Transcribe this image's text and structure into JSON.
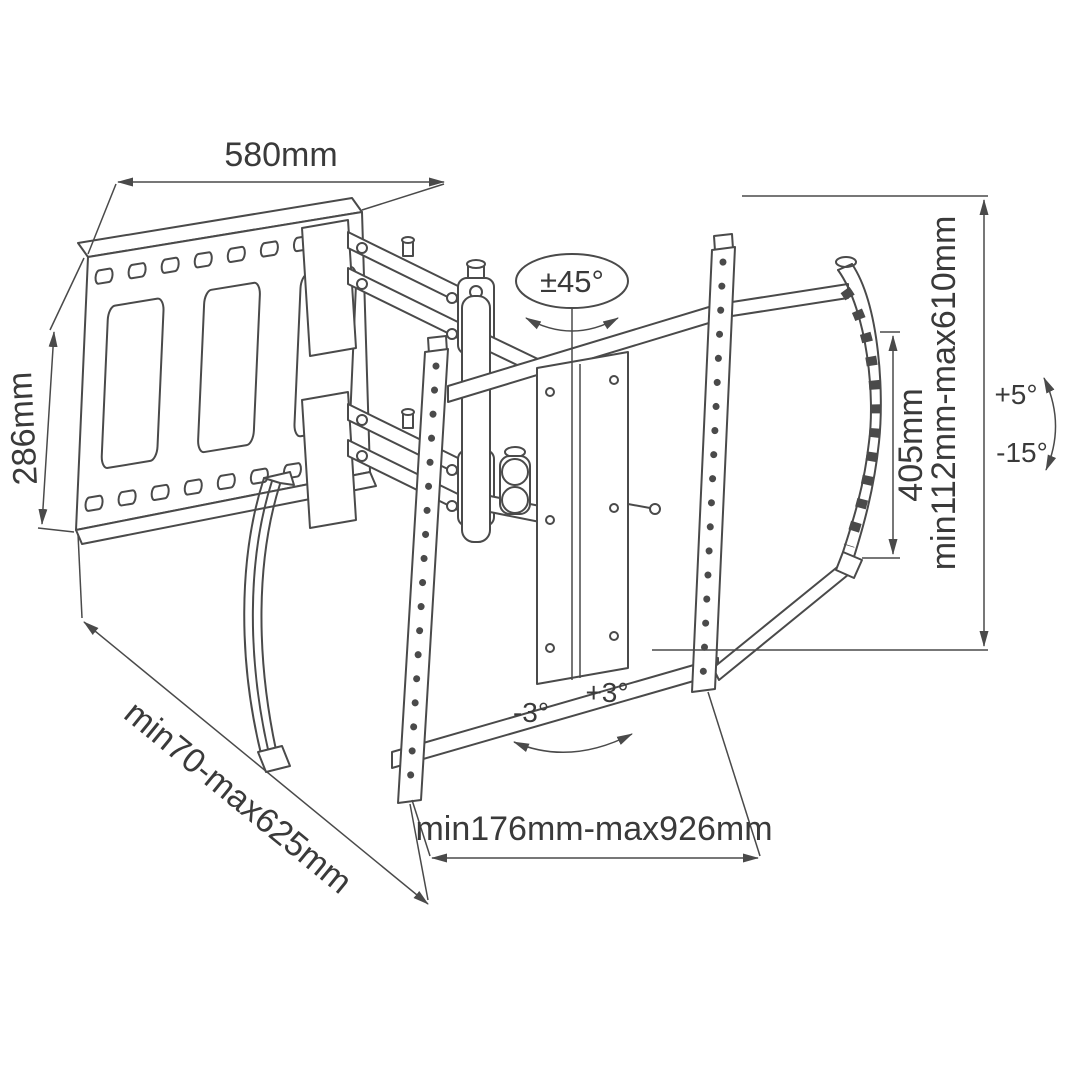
{
  "diagram": {
    "title": "tv-wall-mount-dimension-diagram",
    "colors": {
      "line": "#4a4a4a",
      "text": "#3a3a3a",
      "background": "#ffffff"
    },
    "labels": {
      "plate_width": "580mm",
      "plate_height": "286mm",
      "swivel_range": "±45°",
      "bracket_height": "405mm",
      "vertical_range": "min112mm-max610mm",
      "tilt_up": "+5°",
      "tilt_down": "-15°",
      "depth_range": "min70-max625mm",
      "level_neg": "-3°",
      "level_pos": "+3°",
      "extension_range": "min176mm-max926mm"
    }
  }
}
